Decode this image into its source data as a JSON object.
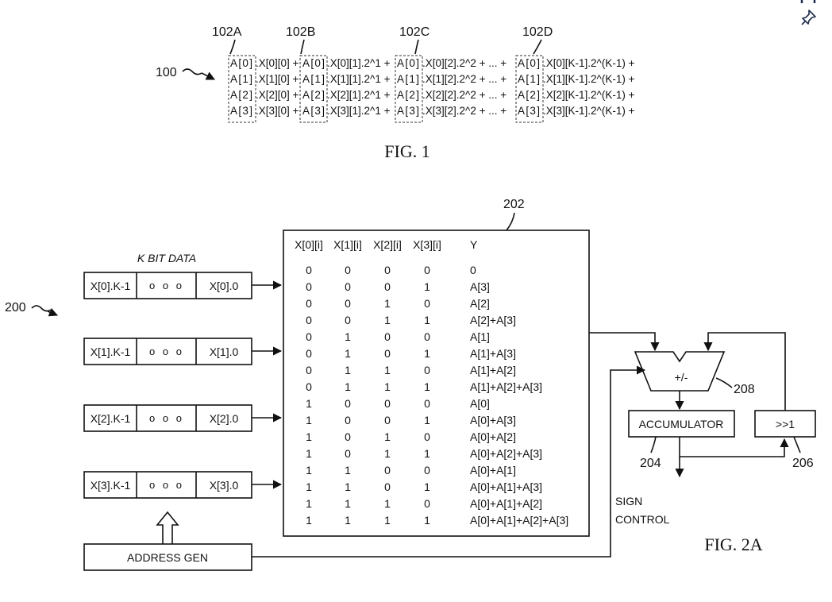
{
  "fig1": {
    "ref_100": "100",
    "labels": [
      "102A",
      "102B",
      "102C",
      "102D"
    ],
    "rows": [
      [
        "A[0]",
        ".X[0][0] +",
        "A[0]",
        ".X[0][1].2^1 +",
        "A[0]",
        ".X[0][2].2^2 + ... +",
        "A[0]",
        ".X[0][K-1].2^(K-1) +"
      ],
      [
        "A[1]",
        ".X[1][0] +",
        "A[1]",
        ".X[1][1].2^1 +",
        "A[1]",
        ".X[1][2].2^2 + ... +",
        "A[1]",
        ".X[1][K-1].2^(K-1) +"
      ],
      [
        "A[2]",
        ".X[2][0] +",
        "A[2]",
        ".X[2][1].2^1 +",
        "A[2]",
        ".X[2][2].2^2 + ... +",
        "A[2]",
        ".X[2][K-1].2^(K-1) +"
      ],
      [
        "A[3]",
        ".X[3][0] +",
        "A[3]",
        ".X[3][1].2^1 +",
        "A[3]",
        ".X[3][2].2^2 + ... +",
        "A[3]",
        ".X[3][K-1].2^(K-1) +"
      ]
    ],
    "caption": "FIG. 1"
  },
  "fig2": {
    "ref_200": "200",
    "ref_202": "202",
    "k_bit_label": "K BIT DATA",
    "registers": [
      {
        "left": "X[0].K-1",
        "mid": "o o o",
        "right": "X[0].0"
      },
      {
        "left": "X[1].K-1",
        "mid": "o o o",
        "right": "X[1].0"
      },
      {
        "left": "X[2].K-1",
        "mid": "o o o",
        "right": "X[2].0"
      },
      {
        "left": "X[3].K-1",
        "mid": "o o o",
        "right": "X[3].0"
      }
    ],
    "table_headers": [
      "X[0][i]",
      "X[1][i]",
      "X[2][i]",
      "X[3][i]",
      "Y"
    ],
    "table_rows": [
      [
        "0",
        "0",
        "0",
        "0",
        "0"
      ],
      [
        "0",
        "0",
        "0",
        "1",
        "A[3]"
      ],
      [
        "0",
        "0",
        "1",
        "0",
        "A[2]"
      ],
      [
        "0",
        "0",
        "1",
        "1",
        "A[2]+A[3]"
      ],
      [
        "0",
        "1",
        "0",
        "0",
        "A[1]"
      ],
      [
        "0",
        "1",
        "0",
        "1",
        "A[1]+A[3]"
      ],
      [
        "0",
        "1",
        "1",
        "0",
        "A[1]+A[2]"
      ],
      [
        "0",
        "1",
        "1",
        "1",
        "A[1]+A[2]+A[3]"
      ],
      [
        "1",
        "0",
        "0",
        "0",
        "A[0]"
      ],
      [
        "1",
        "0",
        "0",
        "1",
        "A[0]+A[3]"
      ],
      [
        "1",
        "0",
        "1",
        "0",
        "A[0]+A[2]"
      ],
      [
        "1",
        "0",
        "1",
        "1",
        "A[0]+A[2]+A[3]"
      ],
      [
        "1",
        "1",
        "0",
        "0",
        "A[0]+A[1]"
      ],
      [
        "1",
        "1",
        "0",
        "1",
        "A[0]+A[1]+A[3]"
      ],
      [
        "1",
        "1",
        "1",
        "0",
        "A[0]+A[1]+A[2]"
      ],
      [
        "1",
        "1",
        "1",
        "1",
        "A[0]+A[1]+A[2]+A[3]"
      ]
    ],
    "adder_label": "+/-",
    "ref_208": "208",
    "accumulator_label": "ACCUMULATOR",
    "ref_204": "204",
    "shift_label": ">>1",
    "ref_206": "206",
    "sign_control": [
      "SIGN",
      "CONTROL"
    ],
    "address_gen": "ADDRESS GEN",
    "caption": "FIG. 2A"
  }
}
